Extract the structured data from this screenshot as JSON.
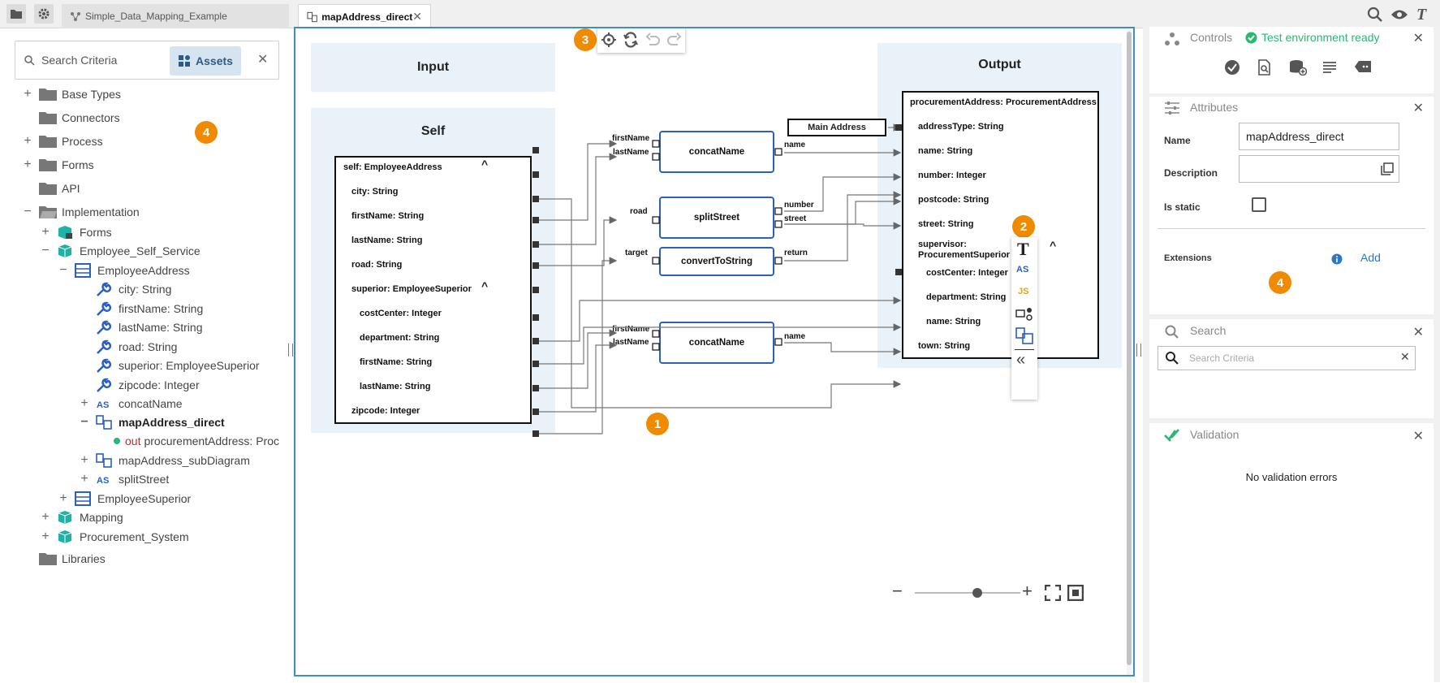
{
  "tabs": {
    "tab1": "Simple_Data_Mapping_Example",
    "tab2": "mapAddress_direct"
  },
  "left": {
    "search_placeholder": "Search Criteria",
    "assets_label": "Assets",
    "badge": "4",
    "tree": [
      {
        "label": "Base Types"
      },
      {
        "label": "Connectors"
      },
      {
        "label": "Process"
      },
      {
        "label": "Forms"
      },
      {
        "label": "API"
      },
      {
        "label": "Implementation"
      },
      {
        "label": "Forms"
      },
      {
        "label": "Employee_Self_Service"
      },
      {
        "label": "EmployeeAddress"
      },
      {
        "label": "city: String"
      },
      {
        "label": "firstName: String"
      },
      {
        "label": "lastName: String"
      },
      {
        "label": "road: String"
      },
      {
        "label": "superior: EmployeeSuperior"
      },
      {
        "label": "zipcode: Integer"
      },
      {
        "label": "concatName"
      },
      {
        "label": "mapAddress_direct"
      },
      {
        "label": "procurementAddress: Proc",
        "prefix": "out"
      },
      {
        "label": "mapAddress_subDiagram"
      },
      {
        "label": "splitStreet"
      },
      {
        "label": "EmployeeSuperior"
      },
      {
        "label": "Mapping"
      },
      {
        "label": "Procurement_System"
      },
      {
        "label": "Libraries"
      }
    ]
  },
  "canvas": {
    "badge1": "1",
    "badge2": "2",
    "badge3": "3",
    "input_title": "Input",
    "output_title": "Output",
    "self_title": "Self",
    "self_rows": [
      "self: EmployeeAddress",
      "city: String",
      "firstName: String",
      "lastName: String",
      "road: String",
      "superior: EmployeeSuperior",
      "costCenter: Integer",
      "department: String",
      "firstName: String",
      "lastName: String",
      "zipcode: Integer"
    ],
    "output_rows": [
      "procurementAddress: ProcurementAddress",
      "addressType: String",
      "name: String",
      "number: Integer",
      "postcode: String",
      "street: String",
      "supervisor:",
      "ProcurementSuperior",
      "costCenter: Integer",
      "department: String",
      "name: String",
      "town: String"
    ],
    "main_address": "Main Address",
    "functions": {
      "concat1": "concatName",
      "split": "splitStreet",
      "convert": "convertToString",
      "concat2": "concatName"
    },
    "port_labels": {
      "firstName": "firstName",
      "lastName": "lastName",
      "road": "road",
      "target": "target",
      "name": "name",
      "number": "number",
      "street": "street",
      "return": "return"
    },
    "side_toolbar": {
      "as": "AS",
      "js": "JS"
    }
  },
  "right": {
    "controls": {
      "title": "Controls",
      "status": "Test environment ready"
    },
    "attributes": {
      "title": "Attributes",
      "name_label": "Name",
      "name_value": "mapAddress_direct",
      "description_label": "Description",
      "static_label": "Is static",
      "extensions_label": "Extensions",
      "add_label": "Add",
      "badge": "4"
    },
    "search": {
      "title": "Search",
      "placeholder": "Search Criteria"
    },
    "validation": {
      "title": "Validation",
      "message": "No validation errors"
    }
  },
  "colors": {
    "accent": "#2b78c8",
    "badge": "#f08a00",
    "ok": "#2bb673",
    "region": "#e9f2f8"
  }
}
